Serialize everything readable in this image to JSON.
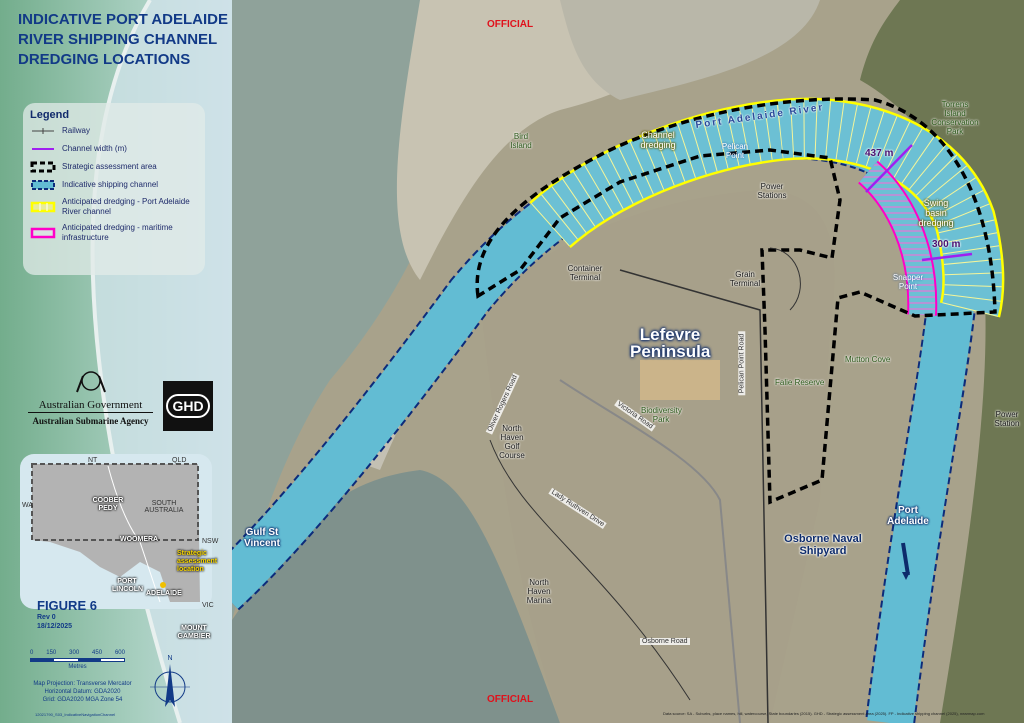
{
  "header": {
    "title_lines": [
      "INDICATIVE PORT ADELAIDE",
      "RIVER SHIPPING CHANNEL",
      "DREDGING LOCATIONS"
    ],
    "classification_top": "OFFICIAL",
    "classification_bottom": "OFFICIAL"
  },
  "legend": {
    "title": "Legend",
    "items": [
      {
        "icon": "railway",
        "label": "Railway"
      },
      {
        "icon": "channel-width",
        "label": "Channel width (m)"
      },
      {
        "icon": "strategic-area",
        "label": "Strategic assessment area"
      },
      {
        "icon": "shipping-channel",
        "label": "Indicative shipping channel"
      },
      {
        "icon": "dredging-river",
        "label": "Anticipated dredging - Port Adelaide River channel"
      },
      {
        "icon": "dredging-maritime",
        "label": "Anticipated dredging - maritime infrastructure"
      }
    ]
  },
  "logos": {
    "government": "Australian Government",
    "agency": "Australian Submarine Agency",
    "ghd": "GHD"
  },
  "inset": {
    "states": [
      "NT",
      "QLD",
      "WA",
      "NSW",
      "VIC",
      "SOUTH AUSTRALIA"
    ],
    "cities": [
      "COOBER PEDY",
      "WOOMERA",
      "PORT LINCOLN",
      "ADELAIDE",
      "MOUNT GAMBIER"
    ],
    "location_label": "Strategic assessment location"
  },
  "figure": {
    "number": "FIGURE 6",
    "rev": "Rev 0",
    "date": "18/12/2025"
  },
  "scale": {
    "ticks": [
      "0",
      "150",
      "300",
      "450",
      "600"
    ],
    "unit": "Metres"
  },
  "projection": [
    "Map Projection: Transverse Mercator",
    "Horizontal Datum:  GDA2020",
    "Grid:  GDA2020 MGA Zone 54"
  ],
  "file_name": "12021790_S03_IndicativeNavigationChannel",
  "north_label": "N",
  "map_labels": {
    "lefevre": "Lefevre Peninsula",
    "osborne": "Osborne Naval Shipyard",
    "gulf": "Gulf St Vincent",
    "port_adelaide": "Port Adelaide",
    "river": "Port Adelaide River",
    "channel_dredging": "Channel dredging",
    "swing_basin": "Swing basin dredging",
    "width_437": "437 m",
    "width_300": "300 m",
    "bird_island": "Bird Island",
    "torrens": "Torrens Island Conservation Park",
    "pelican_point": "Pelican Point",
    "power_stations": "Power Stations",
    "snapper_point": "Snapper Point",
    "container_terminal": "Container Terminal",
    "grain_terminal": "Grain Terminal",
    "mutton_cove": "Mutton Cove",
    "falie_reserve": "Falie Reserve",
    "biodiversity_park": "Biodiversity Park",
    "north_haven_golf": "North Haven Golf Course",
    "north_haven_marina": "North Haven Marina",
    "power_station": "Power Station",
    "oliver_rogers": "Oliver Rogers Road",
    "victoria_road": "Victoria Road",
    "lady_ruthven": "Lady Ruthven Drive",
    "pelican_point_road": "Pelican Point Road",
    "osborne_road": "Osborne Road"
  },
  "data_source": "Data source: SA - Suburbs, place names, hill, watercourse, State boundaries (2015). GHD - Strategic assessment area (2025). FP - Indicative shipping channel (2025), nearmap.com",
  "colors": {
    "channel": "#62bcd3",
    "channel_border": "#0d2b7a",
    "dredging": "#ffff00",
    "maritime": "#ff00c8",
    "width": "#a020f0",
    "title": "#123a87",
    "official": "#e0111b"
  }
}
